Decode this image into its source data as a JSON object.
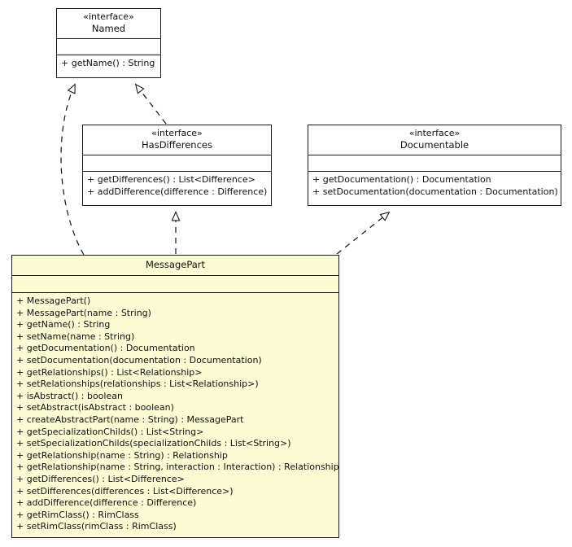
{
  "diagram": {
    "kind": "uml-class-diagram",
    "background_color": "#ffffff",
    "line_color": "#1a1a1a",
    "interface_fill": "#ffffff",
    "class_fill": "#fdfbd4",
    "stereotype_label": "«interface»"
  },
  "nodes": {
    "named": {
      "stereotype": "«interface»",
      "name": "Named",
      "attributes": [],
      "operations": [
        "+ getName() : String"
      ]
    },
    "has_differences": {
      "stereotype": "«interface»",
      "name": "HasDifferences",
      "attributes": [],
      "operations": [
        "+ getDifferences() : List<Difference>",
        "+ addDifference(difference : Difference)"
      ]
    },
    "documentable": {
      "stereotype": "«interface»",
      "name": "Documentable",
      "attributes": [],
      "operations": [
        "+ getDocumentation() : Documentation",
        "+ setDocumentation(documentation : Documentation)"
      ]
    },
    "message_part": {
      "stereotype": "",
      "name": "MessagePart",
      "attributes": [],
      "operations": [
        "+ MessagePart()",
        "+ MessagePart(name : String)",
        "+ getName() : String",
        "+ setName(name : String)",
        "+ getDocumentation() : Documentation",
        "+ setDocumentation(documentation : Documentation)",
        "+ getRelationships() : List<Relationship>",
        "+ setRelationships(relationships : List<Relationship>)",
        "+ isAbstract() : boolean",
        "+ setAbstract(isAbstract : boolean)",
        "+ createAbstractPart(name : String) : MessagePart",
        "+ getSpecializationChilds() : List<String>",
        "+ setSpecializationChilds(specializationChilds : List<String>)",
        "+ getRelationship(name : String) : Relationship",
        "+ getRelationship(name : String, interaction : Interaction) : Relationship",
        "+ getDifferences() : List<Difference>",
        "+ setDifferences(differences : List<Difference>)",
        "+ addDifference(difference : Difference)",
        "+ getRimClass() : RimClass",
        "+ setRimClass(rimClass : RimClass)"
      ]
    }
  },
  "edges": [
    {
      "name": "realization-messagepart-named",
      "type": "realization",
      "from": "message_part",
      "to": "named",
      "style": "dashed",
      "arrowhead": "hollow-triangle"
    },
    {
      "name": "realization-hasdifferences-named",
      "type": "realization",
      "from": "has_differences",
      "to": "named",
      "style": "dashed",
      "arrowhead": "hollow-triangle"
    },
    {
      "name": "realization-messagepart-hasdifferences",
      "type": "realization",
      "from": "message_part",
      "to": "has_differences",
      "style": "dashed",
      "arrowhead": "hollow-triangle"
    },
    {
      "name": "realization-messagepart-documentable",
      "type": "realization",
      "from": "message_part",
      "to": "documentable",
      "style": "dashed",
      "arrowhead": "hollow-triangle"
    }
  ]
}
